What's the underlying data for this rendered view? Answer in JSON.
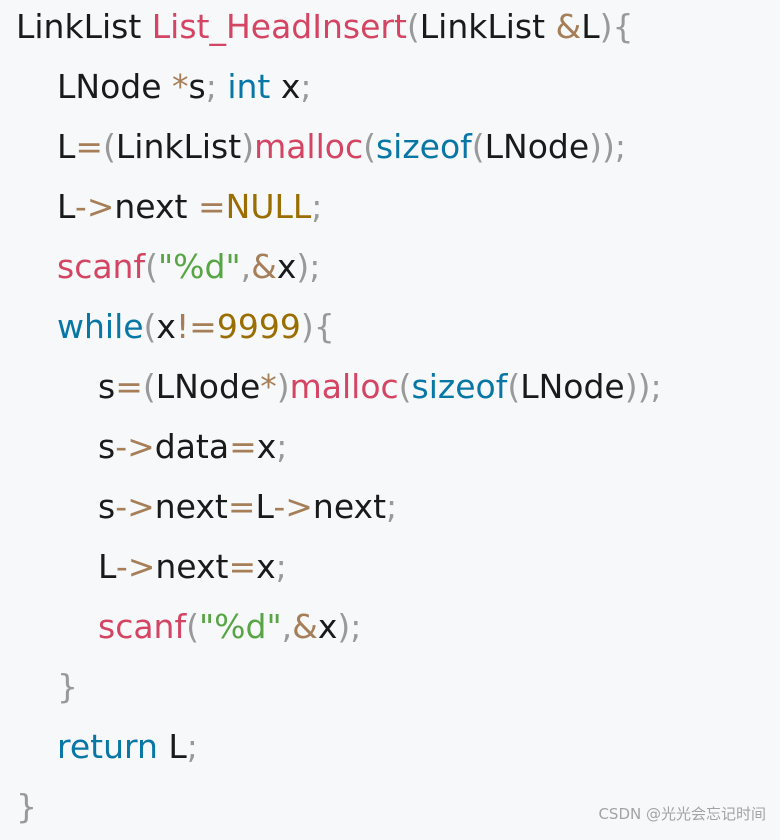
{
  "colors": {
    "background": "#f6f8fa",
    "plain": "#1a1a1a",
    "keyword": "#0877a6",
    "function": "#d44564",
    "operator": "#a67f59",
    "punctuation": "#999999",
    "string": "#58a546",
    "number": "#9a6e00"
  },
  "code": {
    "lines": [
      {
        "indent": 0,
        "tokens": [
          {
            "t": "LinkList ",
            "c": "plain"
          },
          {
            "t": "List_HeadInsert",
            "c": "fn"
          },
          {
            "t": "(",
            "c": "punct"
          },
          {
            "t": "LinkList ",
            "c": "plain"
          },
          {
            "t": "&",
            "c": "op"
          },
          {
            "t": "L",
            "c": "plain"
          },
          {
            "t": ")",
            "c": "punct"
          },
          {
            "t": "{",
            "c": "punct"
          }
        ]
      },
      {
        "indent": 1,
        "tokens": [
          {
            "t": "LNode ",
            "c": "plain"
          },
          {
            "t": "*",
            "c": "op"
          },
          {
            "t": "s",
            "c": "plain"
          },
          {
            "t": ";",
            "c": "punct"
          },
          {
            "t": " ",
            "c": "plain"
          },
          {
            "t": "int",
            "c": "kw"
          },
          {
            "t": " x",
            "c": "plain"
          },
          {
            "t": ";",
            "c": "punct"
          }
        ]
      },
      {
        "indent": 1,
        "tokens": [
          {
            "t": "L",
            "c": "plain"
          },
          {
            "t": "=",
            "c": "op"
          },
          {
            "t": "(",
            "c": "punct"
          },
          {
            "t": "LinkList",
            "c": "plain"
          },
          {
            "t": ")",
            "c": "punct"
          },
          {
            "t": "malloc",
            "c": "fn"
          },
          {
            "t": "(",
            "c": "punct"
          },
          {
            "t": "sizeof",
            "c": "kw"
          },
          {
            "t": "(",
            "c": "punct"
          },
          {
            "t": "LNode",
            "c": "plain"
          },
          {
            "t": "))",
            "c": "punct"
          },
          {
            "t": ";",
            "c": "punct"
          }
        ]
      },
      {
        "indent": 1,
        "tokens": [
          {
            "t": "L",
            "c": "plain"
          },
          {
            "t": "->",
            "c": "op"
          },
          {
            "t": "next ",
            "c": "plain"
          },
          {
            "t": "=",
            "c": "op"
          },
          {
            "t": "NULL",
            "c": "num"
          },
          {
            "t": ";",
            "c": "punct"
          }
        ]
      },
      {
        "indent": 1,
        "tokens": [
          {
            "t": "scanf",
            "c": "fn"
          },
          {
            "t": "(",
            "c": "punct"
          },
          {
            "t": "\"%d\"",
            "c": "str"
          },
          {
            "t": ",",
            "c": "punct"
          },
          {
            "t": "&",
            "c": "op"
          },
          {
            "t": "x",
            "c": "plain"
          },
          {
            "t": ")",
            "c": "punct"
          },
          {
            "t": ";",
            "c": "punct"
          }
        ]
      },
      {
        "indent": 1,
        "tokens": [
          {
            "t": "while",
            "c": "kw"
          },
          {
            "t": "(",
            "c": "punct"
          },
          {
            "t": "x",
            "c": "plain"
          },
          {
            "t": "!=",
            "c": "op"
          },
          {
            "t": "9999",
            "c": "num"
          },
          {
            "t": ")",
            "c": "punct"
          },
          {
            "t": "{",
            "c": "punct"
          }
        ]
      },
      {
        "indent": 2,
        "tokens": [
          {
            "t": "s",
            "c": "plain"
          },
          {
            "t": "=",
            "c": "op"
          },
          {
            "t": "(",
            "c": "punct"
          },
          {
            "t": "LNode",
            "c": "plain"
          },
          {
            "t": "*",
            "c": "op"
          },
          {
            "t": ")",
            "c": "punct"
          },
          {
            "t": "malloc",
            "c": "fn"
          },
          {
            "t": "(",
            "c": "punct"
          },
          {
            "t": "sizeof",
            "c": "kw"
          },
          {
            "t": "(",
            "c": "punct"
          },
          {
            "t": "LNode",
            "c": "plain"
          },
          {
            "t": "))",
            "c": "punct"
          },
          {
            "t": ";",
            "c": "punct"
          }
        ]
      },
      {
        "indent": 2,
        "tokens": [
          {
            "t": "s",
            "c": "plain"
          },
          {
            "t": "->",
            "c": "op"
          },
          {
            "t": "data",
            "c": "plain"
          },
          {
            "t": "=",
            "c": "op"
          },
          {
            "t": "x",
            "c": "plain"
          },
          {
            "t": ";",
            "c": "punct"
          }
        ]
      },
      {
        "indent": 2,
        "tokens": [
          {
            "t": "s",
            "c": "plain"
          },
          {
            "t": "->",
            "c": "op"
          },
          {
            "t": "next",
            "c": "plain"
          },
          {
            "t": "=",
            "c": "op"
          },
          {
            "t": "L",
            "c": "plain"
          },
          {
            "t": "->",
            "c": "op"
          },
          {
            "t": "next",
            "c": "plain"
          },
          {
            "t": ";",
            "c": "punct"
          }
        ]
      },
      {
        "indent": 2,
        "tokens": [
          {
            "t": "L",
            "c": "plain"
          },
          {
            "t": "->",
            "c": "op"
          },
          {
            "t": "next",
            "c": "plain"
          },
          {
            "t": "=",
            "c": "op"
          },
          {
            "t": "x",
            "c": "plain"
          },
          {
            "t": ";",
            "c": "punct"
          }
        ]
      },
      {
        "indent": 2,
        "tokens": [
          {
            "t": "scanf",
            "c": "fn"
          },
          {
            "t": "(",
            "c": "punct"
          },
          {
            "t": "\"%d\"",
            "c": "str"
          },
          {
            "t": ",",
            "c": "punct"
          },
          {
            "t": "&",
            "c": "op"
          },
          {
            "t": "x",
            "c": "plain"
          },
          {
            "t": ")",
            "c": "punct"
          },
          {
            "t": ";",
            "c": "punct"
          }
        ]
      },
      {
        "indent": 1,
        "tokens": [
          {
            "t": "}",
            "c": "punct"
          }
        ]
      },
      {
        "indent": 1,
        "tokens": [
          {
            "t": "return",
            "c": "kw"
          },
          {
            "t": " L",
            "c": "plain"
          },
          {
            "t": ";",
            "c": "punct"
          }
        ]
      },
      {
        "indent": 0,
        "tokens": [
          {
            "t": "}",
            "c": "punct"
          }
        ]
      }
    ]
  },
  "watermark": "CSDN @光光会忘记时间"
}
